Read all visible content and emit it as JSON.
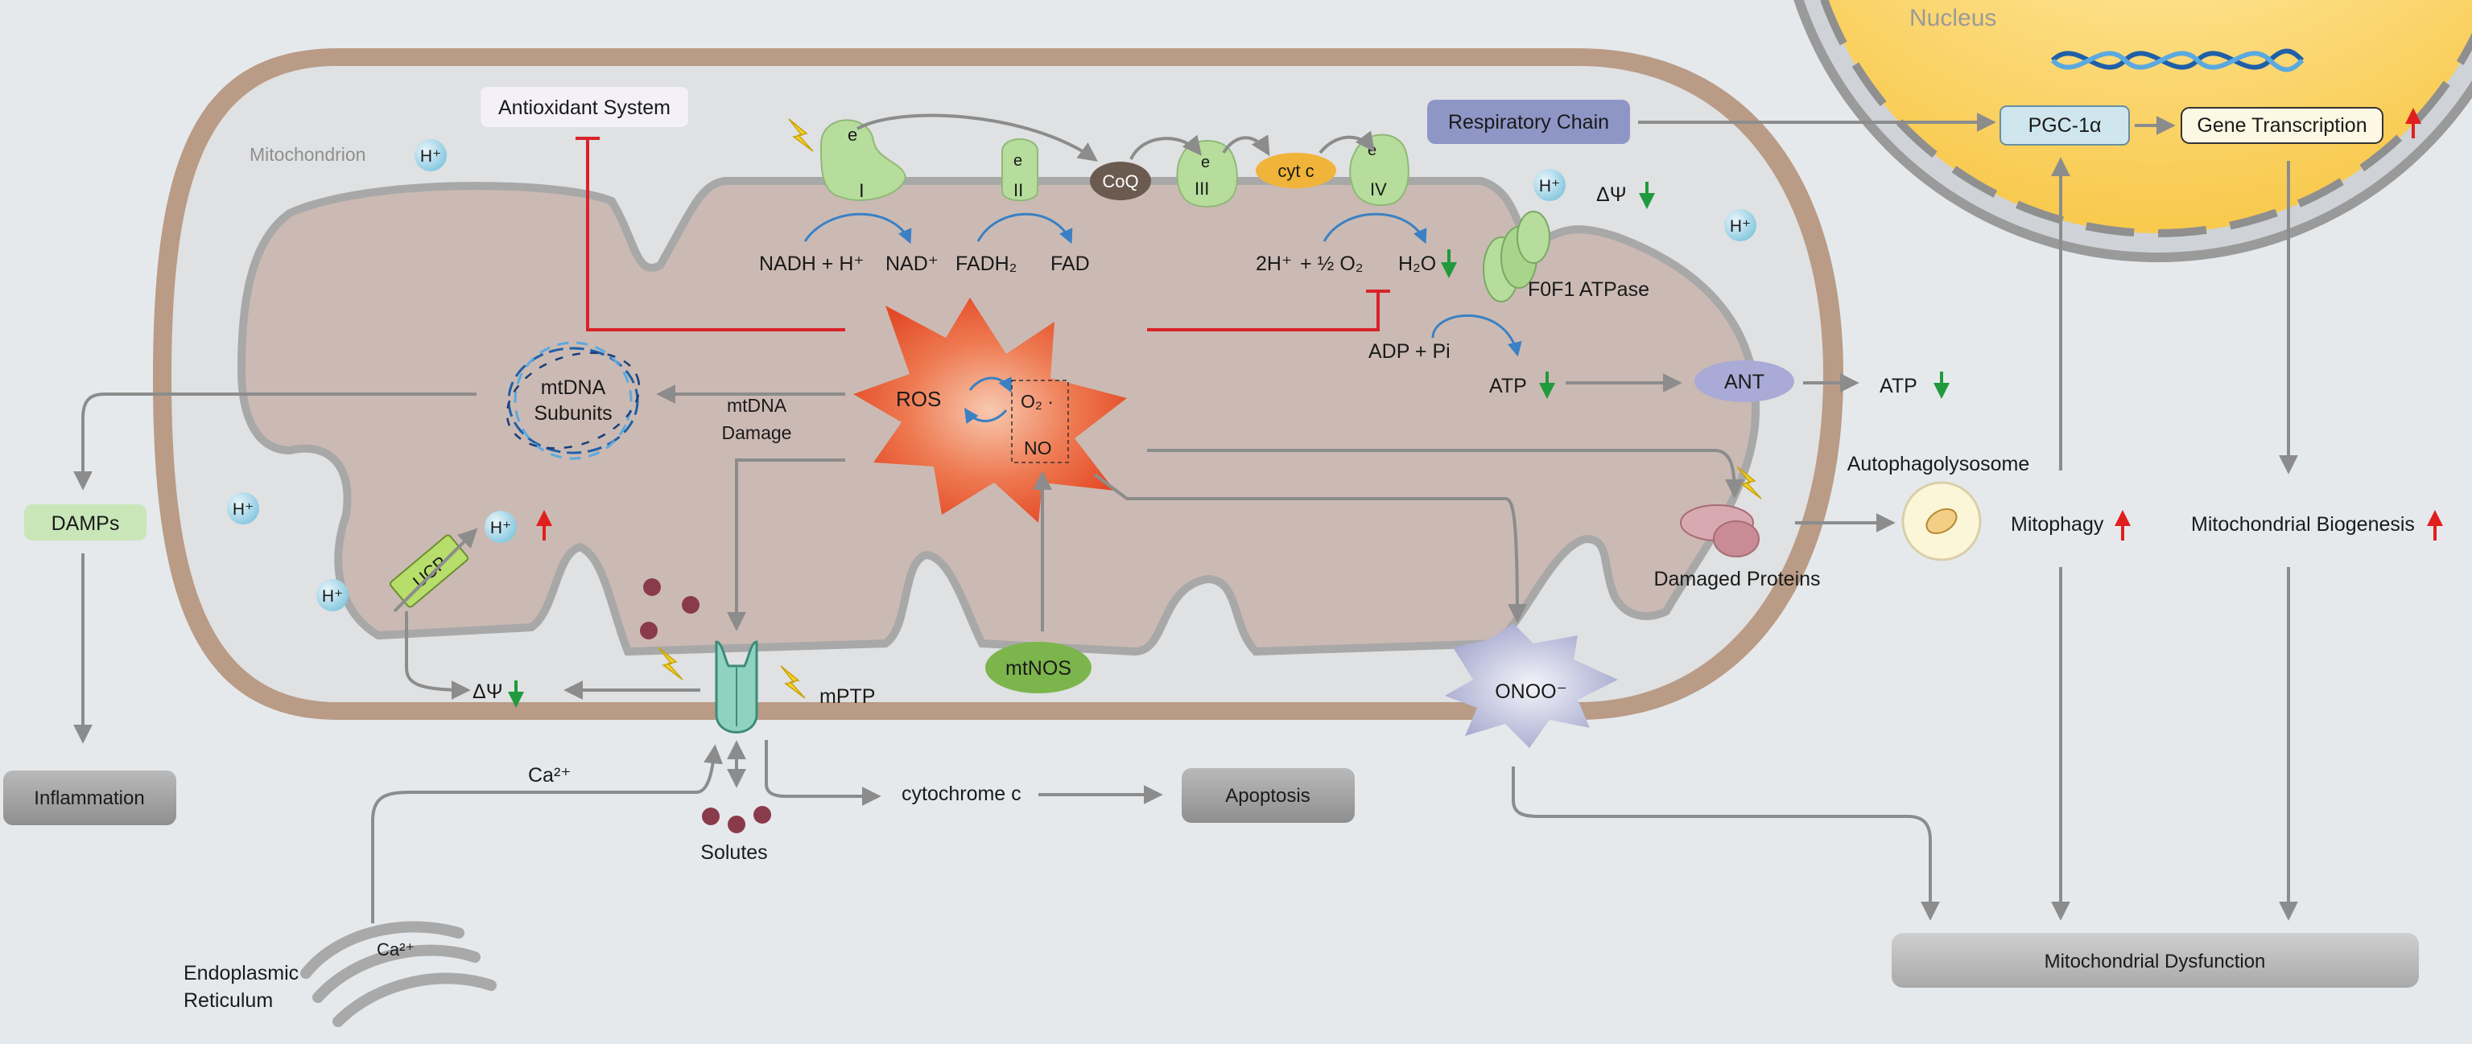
{
  "nucleus": {
    "label": "Nucleus",
    "pgc": "PGC-1α",
    "gene_transcription": "Gene Transcription"
  },
  "mitochondrion": {
    "label": "Mitochondrion",
    "antioxidant": "Antioxidant System",
    "respiratory_chain": "Respiratory Chain",
    "complex_1": "I",
    "complex_2": "II",
    "complex_3": "III",
    "complex_4": "IV",
    "electron": "e",
    "coq": "CoQ",
    "cyt_c": "cyt c",
    "nadh": "NADH + H⁺",
    "nad": "NAD⁺",
    "fadh2": "FADH₂",
    "fad": "FAD",
    "two_h": "2H⁺",
    "half_o2": "+ ½ O₂",
    "h2o": "H₂O",
    "atpase": "F0F1 ATPase",
    "adp": "ADP + Pi",
    "atp": "ATP",
    "ant": "ANT",
    "atp_out": "ATP",
    "delta_psi": "ΔΨ",
    "ros": "ROS",
    "o2_rad": "O₂ ·",
    "no": "NO",
    "mtdna_line1": "mtDNA",
    "mtdna_line2": "Subunits",
    "mtdna_damage_line1": "mtDNA",
    "mtdna_damage_line2": "Damage",
    "ucp": "UCP",
    "h_plus": "H⁺",
    "mptp": "mPTP",
    "mtnos": "mtNOS",
    "onoo": "ONOO⁻",
    "damaged_proteins": "Damaged Proteins",
    "delta_psi_low": "ΔΨ"
  },
  "outside": {
    "damps": "DAMPs",
    "inflammation": "Inflammation",
    "ca": "Ca²⁺",
    "cytochrome_c": "cytochrome c",
    "apoptosis": "Apoptosis",
    "solutes": "Solutes",
    "er_line1": "Endoplasmic",
    "er_line2": "Reticulum",
    "er_ca": "Ca²⁺",
    "autophagolysosome": "Autophagolysosome",
    "mitophagy": "Mitophagy",
    "biogenesis": "Mitochondrial Biogenesis",
    "dysfunction": "Mitochondrial Dysfunction"
  },
  "colors": {
    "up_arrow": "#e0201e",
    "down_arrow": "#1f9a3c",
    "ros": "#e8502a",
    "outer_membrane": "#b68f74",
    "matrix": "#cdbdb6",
    "nucleus": "#fbd46a",
    "complex": "#b7dd9d",
    "cyt_c": "#f0b43a"
  }
}
